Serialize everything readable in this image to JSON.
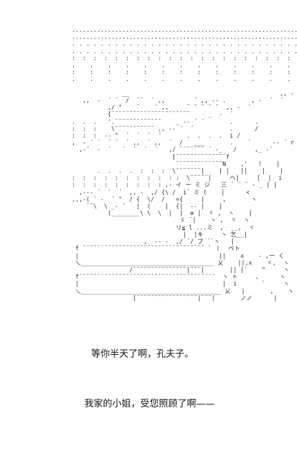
{
  "dialogue": {
    "line_1": "等你半天了啊，孔夫子。",
    "line_2": "我家的小姐，受您照顾了啊——"
  },
  "art_lines": [
    "...........................................................................",
    "................................................................................",
    ". . . . . . . . . . . . . . . . . . . . . . . . . . . . . . . . . . . . . . .",
    ". . . . . . . . . . . . . . . . . . . . . . . . . . . . . . . . . . . . . .",
    ":  :  :  :  :  :  :  :  :  :  :  :  :  :  :  :  :  :  :  :  :  :  :  :  :",
    ".    .    .    .    .    .    .    .    .    .    .    .    .    .    .    .",
    ":    :    :    :    :    :    :    :    :    :    :    :    :    :    :    :",
    ".    .    .    .    .    .    .    .    .    .    .    .    .    .    .  __",
    "                                                                  ,, -  ´",
    "              __                                          ,, -  ´",
    "   ,,  -  ´ ´  /  ¨¨  ´ ,,        ´ ,, -- .       , -  ´  ´",
    "          ,/ \"    ¨    ´ ,,     ¨ ¨ ¨ ¨ ¨  ,, -  ´",
    "          {¨¨¨¨¨¨¨¨¨¨¨¨¨¨¨¨¨¨¨¨¨¨     _  -  ´",
    ".  .  .   '.¨¨¨¨¨¨¨¨¨¨¨¨¨    _ -- ´ ´       .      .",
    ":  :  :    \\¨¨¨¨¨¨¨¨¨¨¨ ,, -- ´  ´          .      /",
    ":  :  :  -- \"  ´  ´  ´  ´       .  .  .  .  i /",
    ",  - ´ ´  ´ ´  ´ ,,  ´ ,,  ´  /   ___       .    ´      -- ´ r",
    "  ,-´  -  ´   ´  ´  ´  ´   ,/ ¨¨¨¨¨¨¨ ´ -_   /     ,_ -´",
    "                            [¨¨¨¨¨¨¨¨¨¨¨¨¨¨f",
    "                             ¨¨¨¨¨¨¨¨¨¨¨¨¨N    ,'   !    |",
    "       .  .  .  .  :  :  :  \\¨¨¨¨¨¨¨|    | |   ||    |    |",
    ":  :  :  :  :  :  :  :  :  : :  \\¨¨¨¨¨|     ヘ|     |  |  i",
    ":  :  :  :  :  :  :  :  : ,- イ ー ミ ジ   三 ´ ¨ ¨ - _ | |",
    "  ,--- ´  ´  ´  ,, -  ,/ {\\ /  i` ミ (    |      <",
    ",,,-( ` -  ´ \"  / {  \\/  /   ={     |     ,       ヽ",
    "    ¨¨\\  \\ _- ´   |  (    |  {|  -- |    |",
    "          (________\\ \\  \\  |  |  ≡ |  ヾ ,  ヽ    |",
    "                              ゞ ¨|    ヽ ,  ヾ  ヽ",
    "                             リ≦ l ...ミ  ,  __,  ヾ",
    "                               |  |キ     ヽ 乞__|",
    "                    ,  -- -  ,/ ´/ ブ ´`ヽ   |",
    " f ¨¨¨¨¨¨¨¨¨¨¨¨¨¨¨¨¨¨¨¨¨¨¨¨¨¨¨¨¨¨¨¨¨¨ ` 丨  ベト",
    " |                                       ||    ∧    - ,一 く",
    " 乀_____________________________________ 乂    ||,∧    ヾ,  ヽ",
    "                /¨¨¨¨¨¨¨¨¨¨¨¨¨¨¨|¨¨¨|       || |`    ^     ヽ",
    " f¨¨¨¨¨¨¨¨¨¨¨¨¨¨¨¨¨¨¨¨¨¨¨¨¨¨¨¨¨¨¨¨¨¨¨¨¨¨  ヽ ト     、     ヽ",
    " |                                        |  i       `     ヽ",
    " 乀_______________________________________ 乂   |       ,    ヽ",
    "                 [¨¨¨¨¨¨¨¨¨¨¨¨¨¨¨¨¨|¨¨¨|       ノノ      |"
  ]
}
